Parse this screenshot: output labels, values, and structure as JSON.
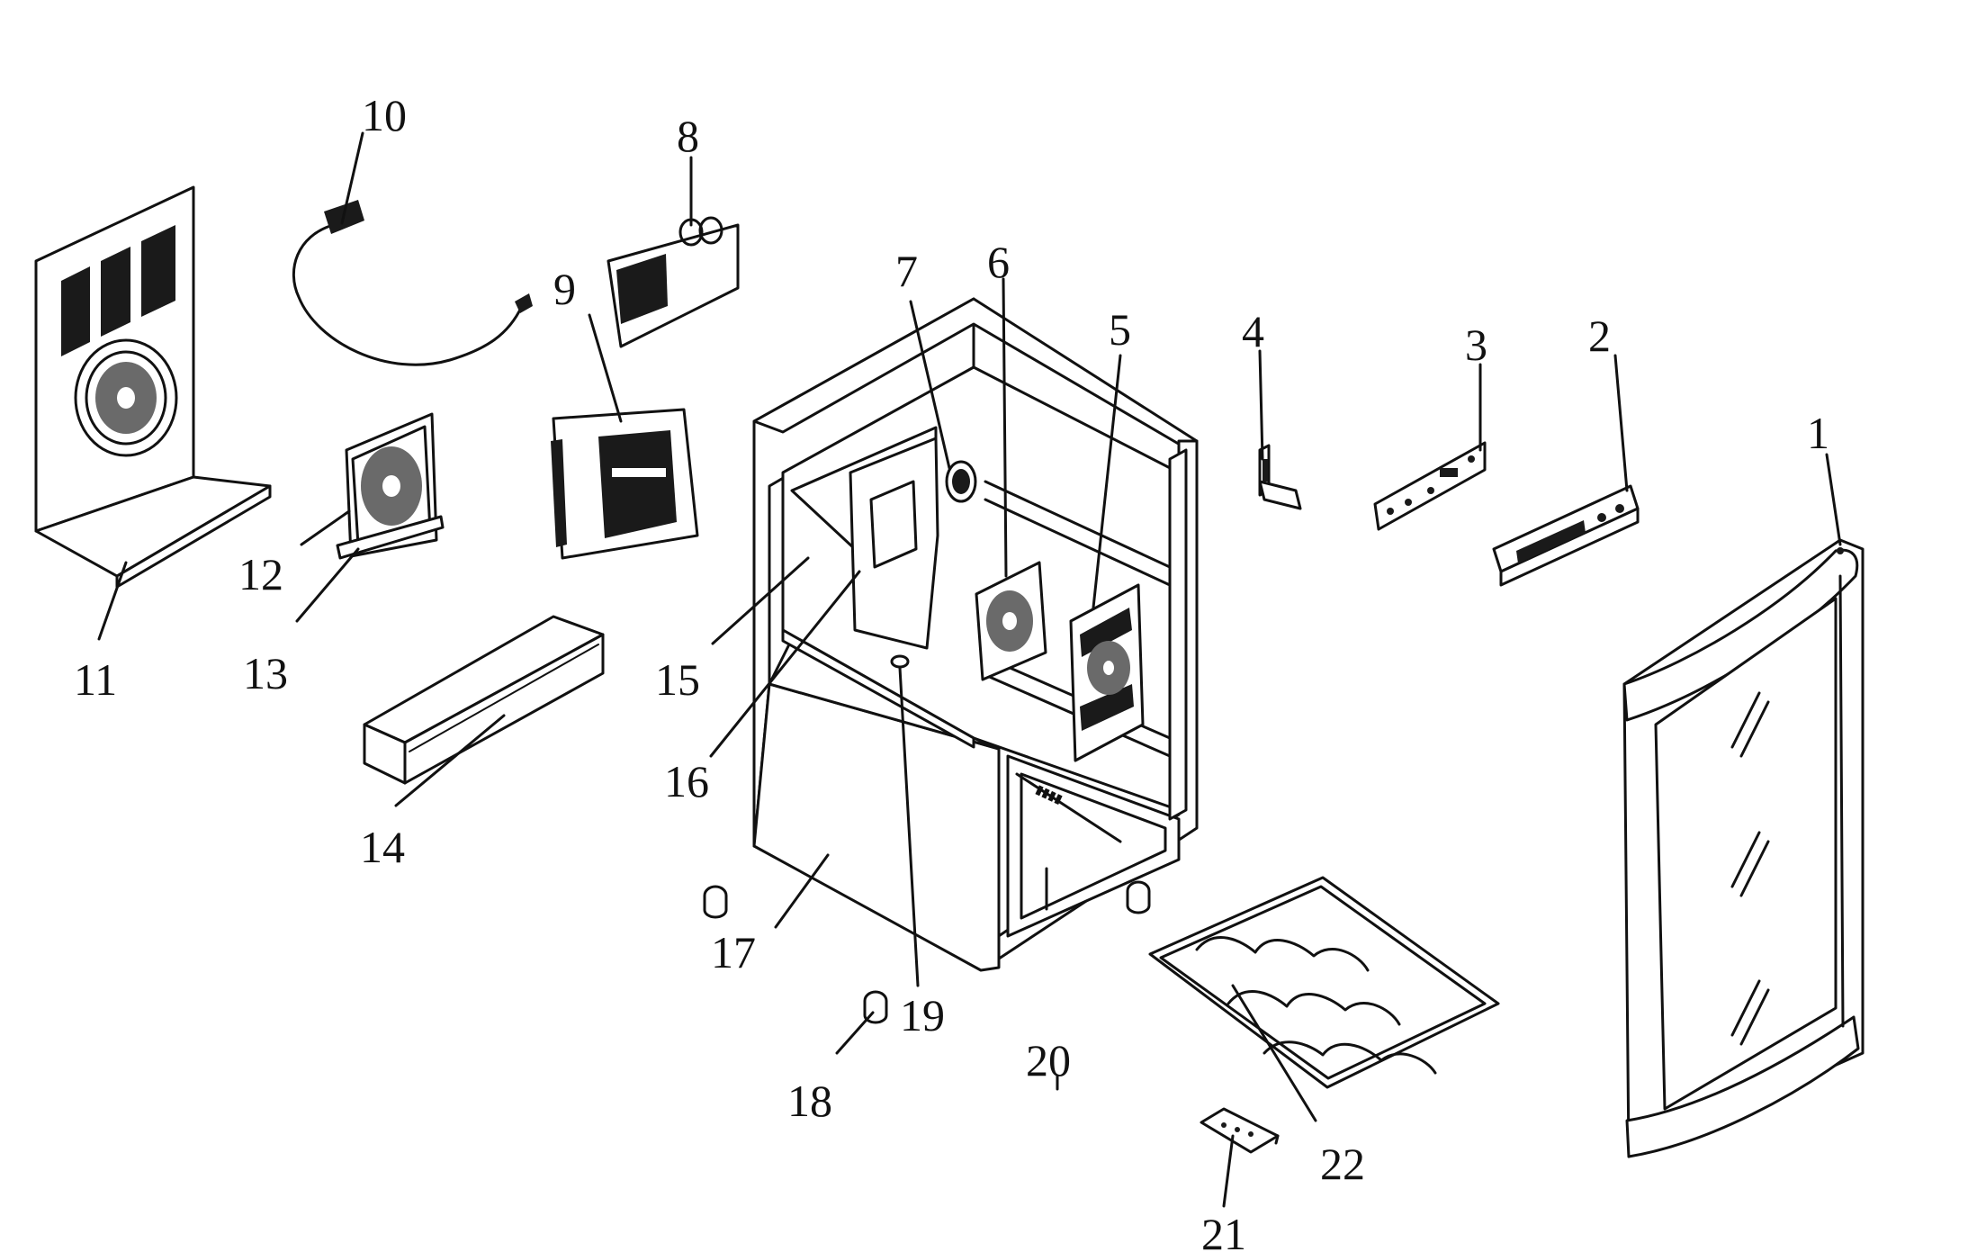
{
  "callouts": {
    "n1": "1",
    "n2": "2",
    "n3": "3",
    "n4": "4",
    "n5": "5",
    "n6": "6",
    "n7": "7",
    "n8": "8",
    "n9": "9",
    "n10": "10",
    "n11": "11",
    "n12": "12",
    "n13": "13",
    "n14": "14",
    "n15": "15",
    "n16": "16",
    "n17": "17",
    "n18": "18",
    "n19": "19",
    "n20": "20",
    "n21": "21",
    "n22": "22"
  },
  "colors": {
    "line": "#111111",
    "background": "#ffffff"
  }
}
